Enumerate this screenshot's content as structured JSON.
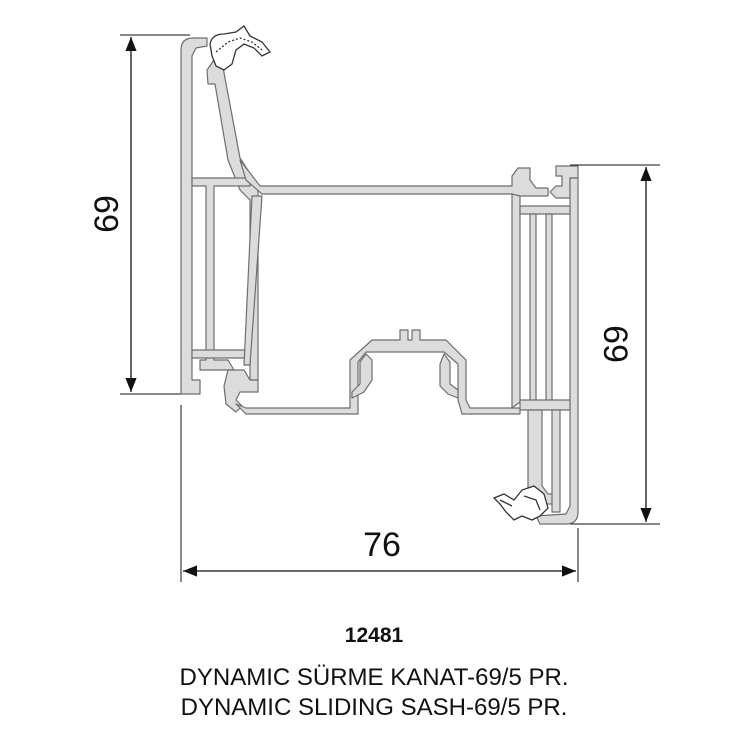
{
  "dimensions": {
    "left_height": "69",
    "right_height": "69",
    "width": "76"
  },
  "product": {
    "code": "12481",
    "name_tr": "DYNAMIC SÜRME KANAT-69/5 PR.",
    "name_en": "DYNAMIC SLIDING SASH-69/5 PR."
  },
  "colors": {
    "profile_fill": "#dcdcdc",
    "profile_stroke": "#6e6e6e",
    "gasket": "#333333",
    "dimension_line": "#111111"
  }
}
